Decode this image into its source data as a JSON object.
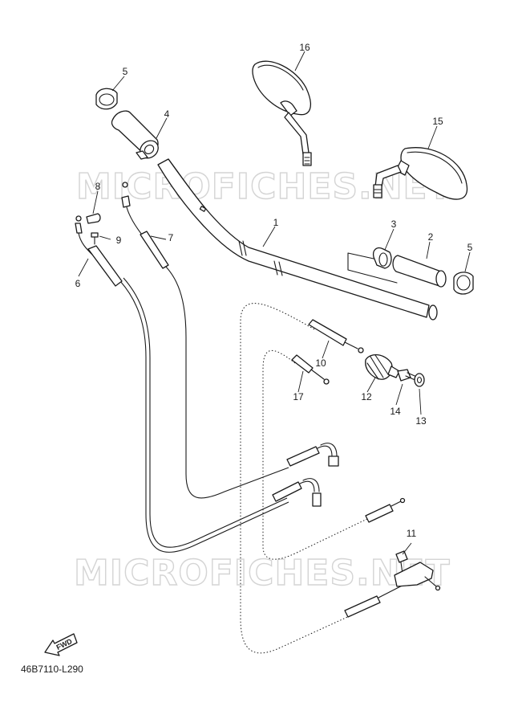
{
  "watermarks": [
    "MICROFICHES.NET",
    "MICROFICHES.NET"
  ],
  "drawing_code": "46B7110-L290",
  "fwd_label": "FWD",
  "callouts": [
    "1",
    "2",
    "3",
    "4",
    "5",
    "5",
    "6",
    "7",
    "8",
    "9",
    "10",
    "11",
    "12",
    "13",
    "14",
    "15",
    "16",
    "17"
  ],
  "parts": {
    "p1": "Handlebar",
    "p2": "Grip",
    "p3": "Collar",
    "p4": "Throttle grip",
    "p5": "Grip end",
    "p6": "Clutch cable",
    "p7": "Choke cable",
    "p8": "Clip",
    "p9": "Screw",
    "p10": "Throttle cable 1",
    "p11": "Bolt",
    "p12": "Guide",
    "p13": "Washer",
    "p14": "Screw",
    "p15": "Rear view mirror (left)",
    "p16": "Rear view mirror (right)",
    "p17": "Throttle cable 2"
  }
}
